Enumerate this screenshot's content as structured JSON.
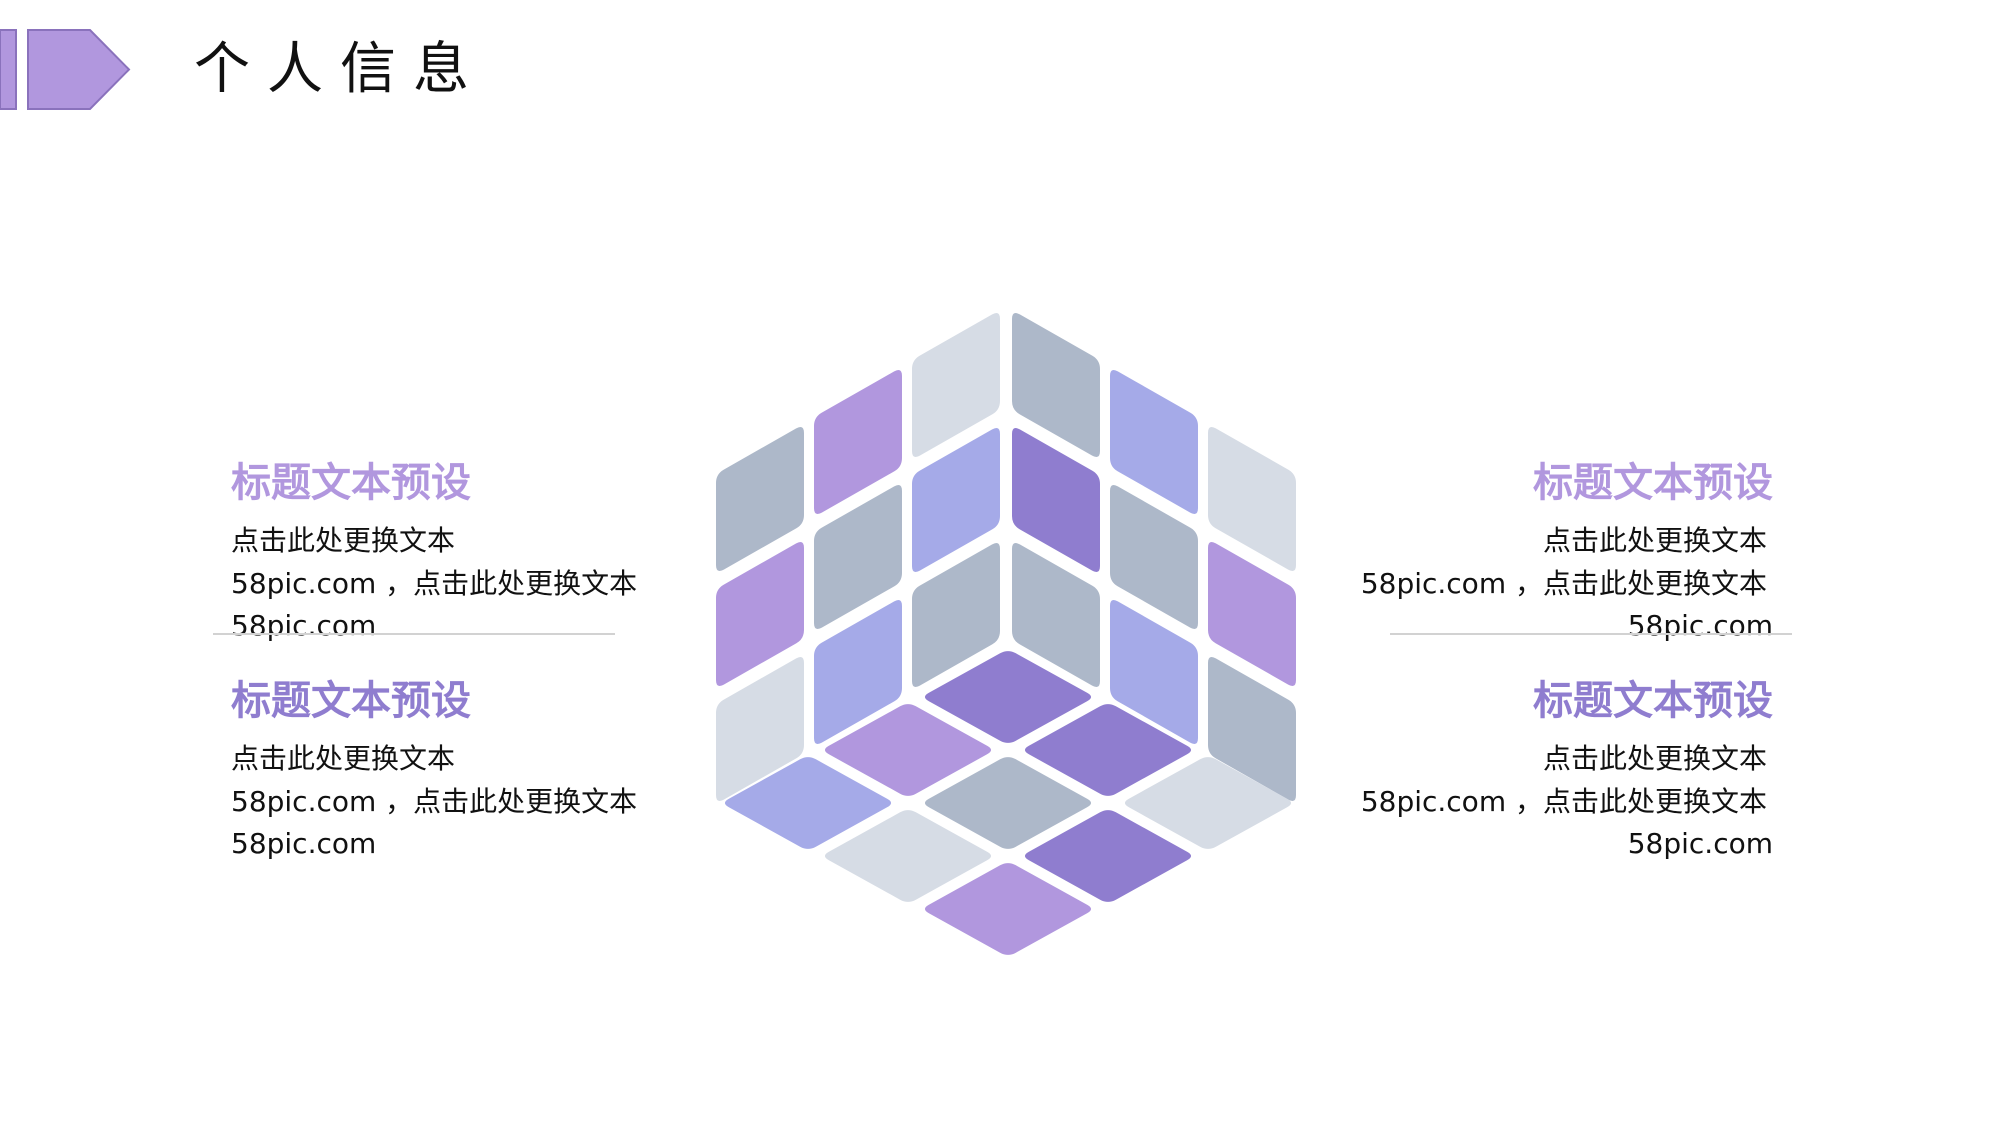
{
  "header": {
    "title": "个人信息",
    "icon": "pentagon-arrow-icon",
    "icon_fill": "#b197de",
    "icon_stroke": "#8a72bc"
  },
  "colors": {
    "accent_light_purple": "#b197de",
    "accent_dark_purple": "#8f7dcf",
    "blue_lavender": "#a5aae8",
    "slate_grey": "#adb8c9",
    "light_grey": "#d6dce5",
    "text": "#111111",
    "divider": "#d2d2d2"
  },
  "blocks": {
    "top_left": {
      "title": "标题文本预设",
      "title_color": "#b197de",
      "line1": "点击此处更换文本",
      "line2": "58pic.com ，点击此处更换文本",
      "line3": "58pic.com"
    },
    "bottom_left": {
      "title": "标题文本预设",
      "title_color": "#8f7dcf",
      "line1": "点击此处更换文本",
      "line2": "58pic.com ，点击此处更换文本",
      "line3": "58pic.com"
    },
    "top_right": {
      "title": "标题文本预设",
      "title_color": "#b197de",
      "line1": "点击此处更换文本",
      "line2": "58pic.com ，点击此处更换文本",
      "line3": "58pic.com"
    },
    "bottom_right": {
      "title": "标题文本预设",
      "title_color": "#8f7dcf",
      "line1": "点击此处更换文本",
      "line2": "58pic.com ，点击此处更换文本",
      "line3": "58pic.com"
    }
  },
  "cube": {
    "left_face": [
      [
        "#adb8c9",
        "#b197de",
        "#d6dce5"
      ],
      [
        "#b197de",
        "#adb8c9",
        "#a5aae8"
      ],
      [
        "#d6dce5",
        "#a5aae8",
        "#adb8c9"
      ]
    ],
    "right_face": [
      [
        "#adb8c9",
        "#a5aae8",
        "#d6dce5"
      ],
      [
        "#8f7dcf",
        "#adb8c9",
        "#b197de"
      ],
      [
        "#adb8c9",
        "#a5aae8",
        "#adb8c9"
      ]
    ],
    "bottom_face": [
      [
        "#8f7dcf",
        "#8f7dcf",
        "#d6dce5"
      ],
      [
        "#b197de",
        "#adb8c9",
        "#8f7dcf"
      ],
      [
        "#a5aae8",
        "#d6dce5",
        "#b197de"
      ]
    ]
  }
}
